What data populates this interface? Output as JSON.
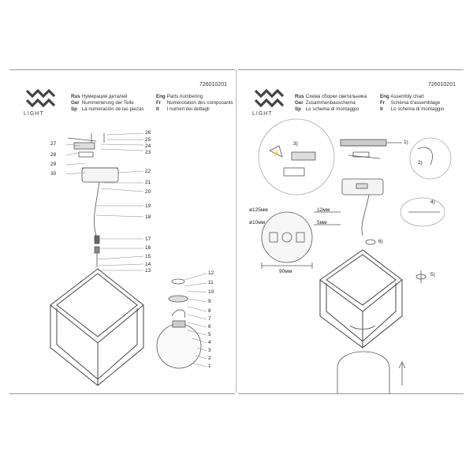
{
  "brand": {
    "logo_text": "LIGHT"
  },
  "left_page": {
    "code": "726010201",
    "titles": [
      {
        "lang": "Rus",
        "text": "Нумерация деталей"
      },
      {
        "lang": "Ger",
        "text": "Nummerierung der Teile"
      },
      {
        "lang": "Sp",
        "text": "La numeración de las piezas"
      }
    ],
    "titles_right": [
      {
        "lang": "Eng",
        "text": "Parts numbering"
      },
      {
        "lang": "Fr",
        "text": "Numérotation des composants"
      },
      {
        "lang": "It",
        "text": "I numeri dei dettagli"
      }
    ],
    "part_numbers": [
      "26",
      "25",
      "24",
      "23",
      "27",
      "28",
      "29",
      "30",
      "22",
      "21",
      "20",
      "19",
      "18",
      "17",
      "16",
      "15",
      "14",
      "13",
      "12",
      "11",
      "10",
      "9",
      "8",
      "7",
      "6",
      "5",
      "4",
      "3",
      "2",
      "1"
    ]
  },
  "right_page": {
    "code": "726010201",
    "titles": [
      {
        "lang": "Rus",
        "text": "Схема сборки светильника"
      },
      {
        "lang": "Ger",
        "text": "Zusammenbauschema"
      },
      {
        "lang": "Sp",
        "text": "Lo schema di montaggio"
      }
    ],
    "titles_right": [
      {
        "lang": "Eng",
        "text": "Assembly chart"
      },
      {
        "lang": "Fr",
        "text": "Schéma d'assemblage"
      },
      {
        "lang": "It",
        "text": "Lo schema di montaggio"
      }
    ],
    "steps": [
      "1)",
      "2)",
      "3)",
      "4)",
      "5)",
      "6)"
    ],
    "dimensions": {
      "d125": "ø125мм",
      "d10": "ø10мм",
      "w12": "12мм",
      "w5": "5мм",
      "w90": "90мм"
    }
  }
}
